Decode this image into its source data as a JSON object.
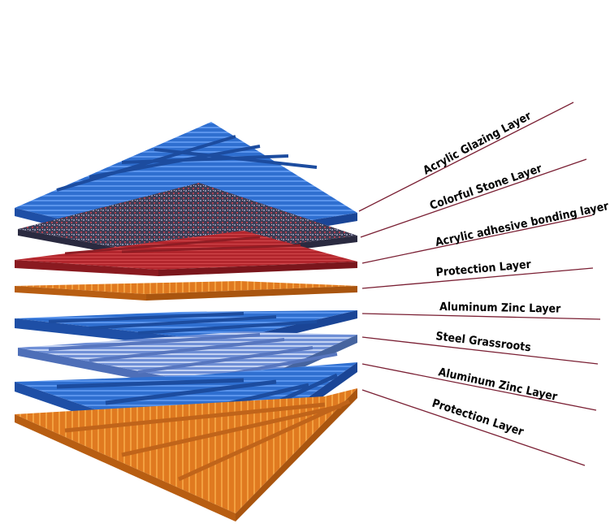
{
  "diagram": {
    "layers": [
      {
        "label": "Acrylic Glazing Layer",
        "color": "#2f6fd0"
      },
      {
        "label": "Colorful Stone Layer",
        "color": "#4a4a6a"
      },
      {
        "label": "Acrylic adhesive bonding layer",
        "color": "#b3262d"
      },
      {
        "label": "Protection Layer",
        "color": "#e07a20"
      },
      {
        "label": "Aluminum Zinc Layer",
        "color": "#2c63c8"
      },
      {
        "label": "Steel Grassroots",
        "color": "#6f8fd6"
      },
      {
        "label": "Aluminum Zinc Layer",
        "color": "#2a5fc4"
      },
      {
        "label": "Protection Layer",
        "color": "#e07a20"
      }
    ],
    "leader_color": "#7a1f33"
  }
}
